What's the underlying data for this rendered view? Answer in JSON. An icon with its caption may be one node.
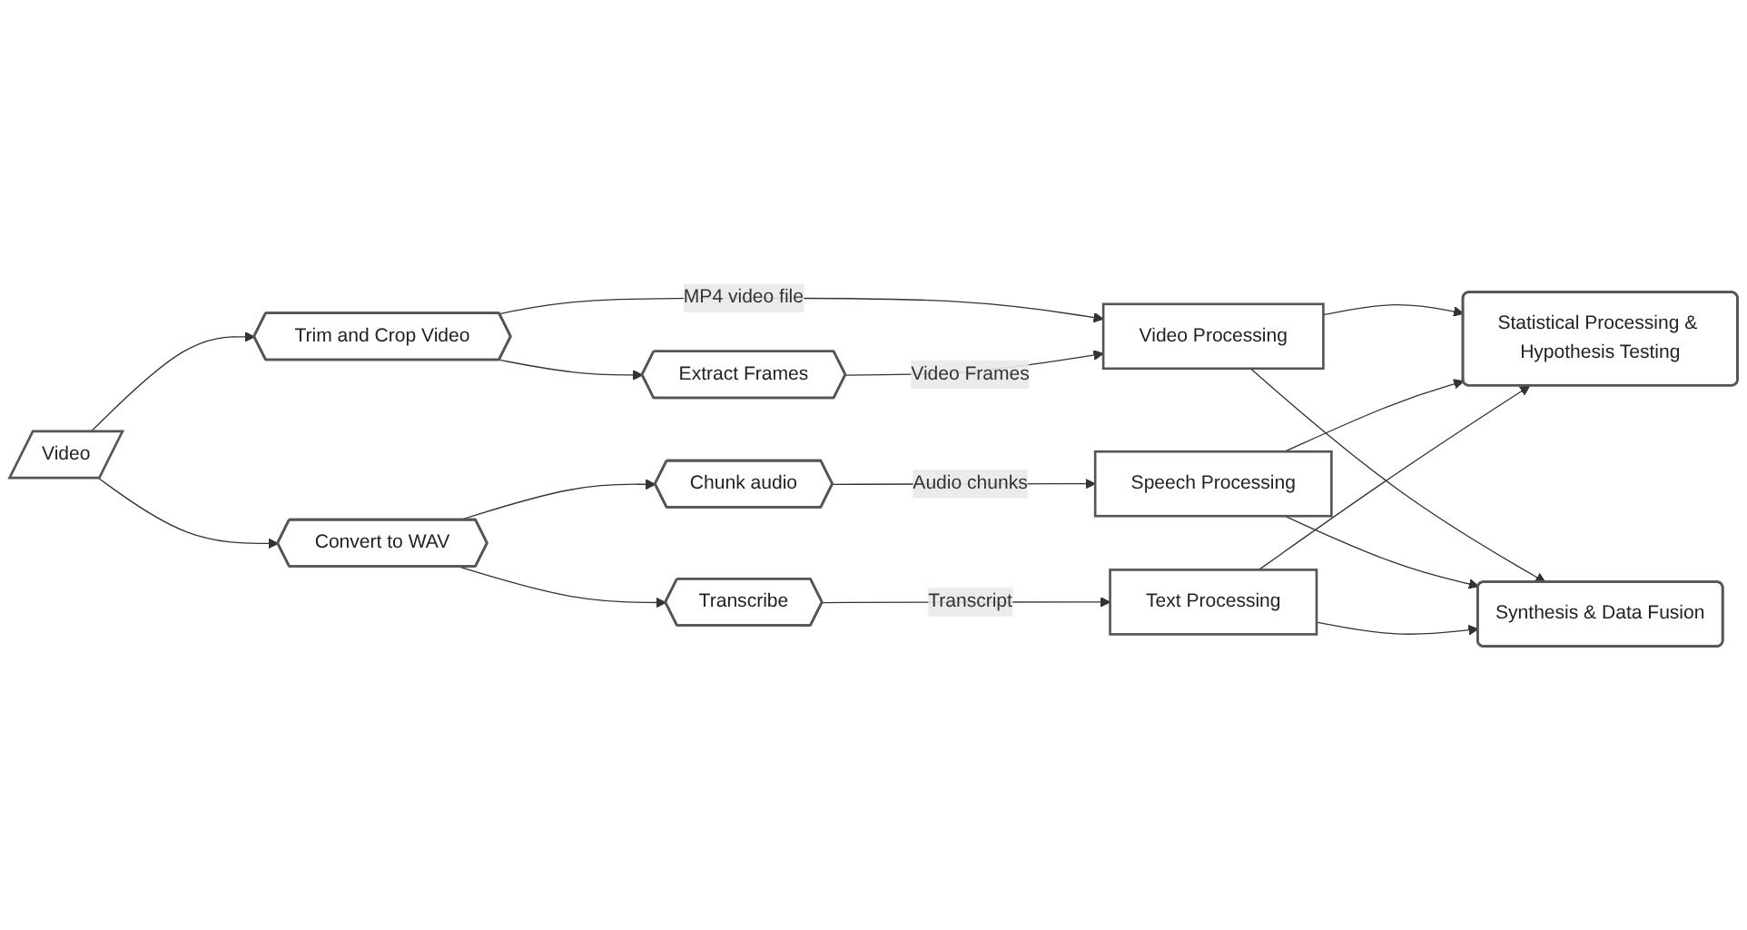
{
  "diagram": {
    "nodes": [
      {
        "text": [
          "Video"
        ]
      },
      {
        "text": [
          "Trim and Crop Video"
        ]
      },
      {
        "text": [
          "Extract Frames"
        ]
      },
      {
        "text": [
          "Video Processing"
        ]
      },
      {
        "text": [
          "Convert to WAV"
        ]
      },
      {
        "text": [
          "Chunk audio"
        ]
      },
      {
        "text": [
          "Speech Processing"
        ]
      },
      {
        "text": [
          "Transcribe"
        ]
      },
      {
        "text": [
          "Text Processing"
        ]
      },
      {
        "text": [
          "Statistical Processing & Hypothesis Testing"
        ]
      },
      {
        "text": [
          "Synthesis & Data Fusion"
        ]
      }
    ],
    "edges": [
      {
        "from": 0,
        "to": 1,
        "arrow": "to"
      },
      {
        "from": 0,
        "to": 4,
        "arrow": "to"
      },
      {
        "from": 1,
        "to": 2,
        "arrow": "to"
      },
      {
        "from": 1,
        "to": 3,
        "arrow": "to",
        "label": "MP4 video file"
      },
      {
        "from": 2,
        "to": 3,
        "arrow": "to",
        "label": "Video Frames"
      },
      {
        "from": 4,
        "to": 5,
        "arrow": "to"
      },
      {
        "from": 4,
        "to": 7,
        "arrow": "to"
      },
      {
        "from": 5,
        "to": 6,
        "arrow": "to",
        "label": "Audio chunks"
      },
      {
        "from": 7,
        "to": 8,
        "arrow": "to",
        "label": "Transcript"
      },
      {
        "from": 3,
        "to": 9,
        "arrow": "to"
      },
      {
        "from": 3,
        "to": 10,
        "arrow": "to"
      },
      {
        "from": 6,
        "to": 9,
        "arrow": "to"
      },
      {
        "from": 6,
        "to": 10,
        "arrow": "to"
      },
      {
        "from": 8,
        "to": 9,
        "arrow": "to"
      },
      {
        "from": 8,
        "to": 10,
        "arrow": "to"
      }
    ]
  }
}
